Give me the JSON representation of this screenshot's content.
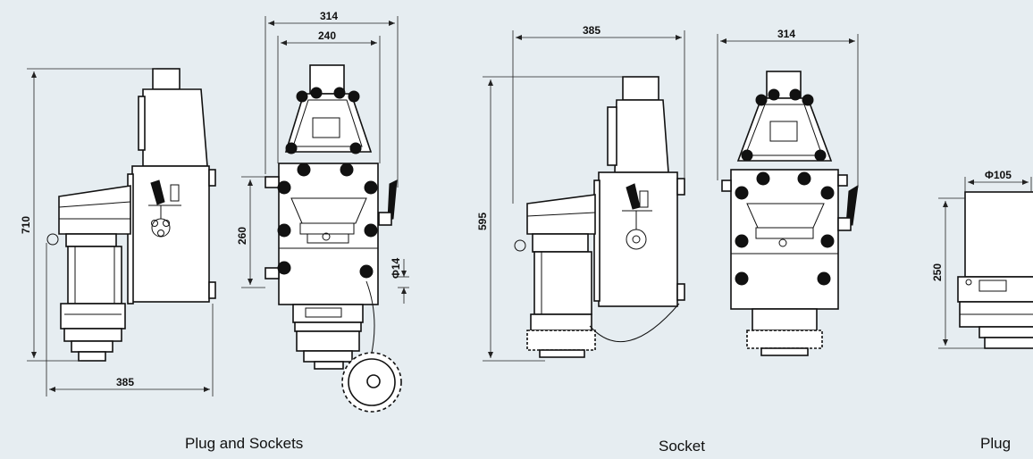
{
  "colors": {
    "background": "#e6edf1",
    "line": "#111111"
  },
  "captions": {
    "plug_and_sockets": "Plug and Sockets",
    "socket": "Socket",
    "plug": "Plug"
  },
  "dimensions": {
    "d710": "710",
    "d385_side": "385",
    "d314_front": "314",
    "d240": "240",
    "d260": "260",
    "d14": "Φ14",
    "d595": "595",
    "d385_socket": "385",
    "d314_socket": "314",
    "d250": "250",
    "d105": "Φ105"
  }
}
